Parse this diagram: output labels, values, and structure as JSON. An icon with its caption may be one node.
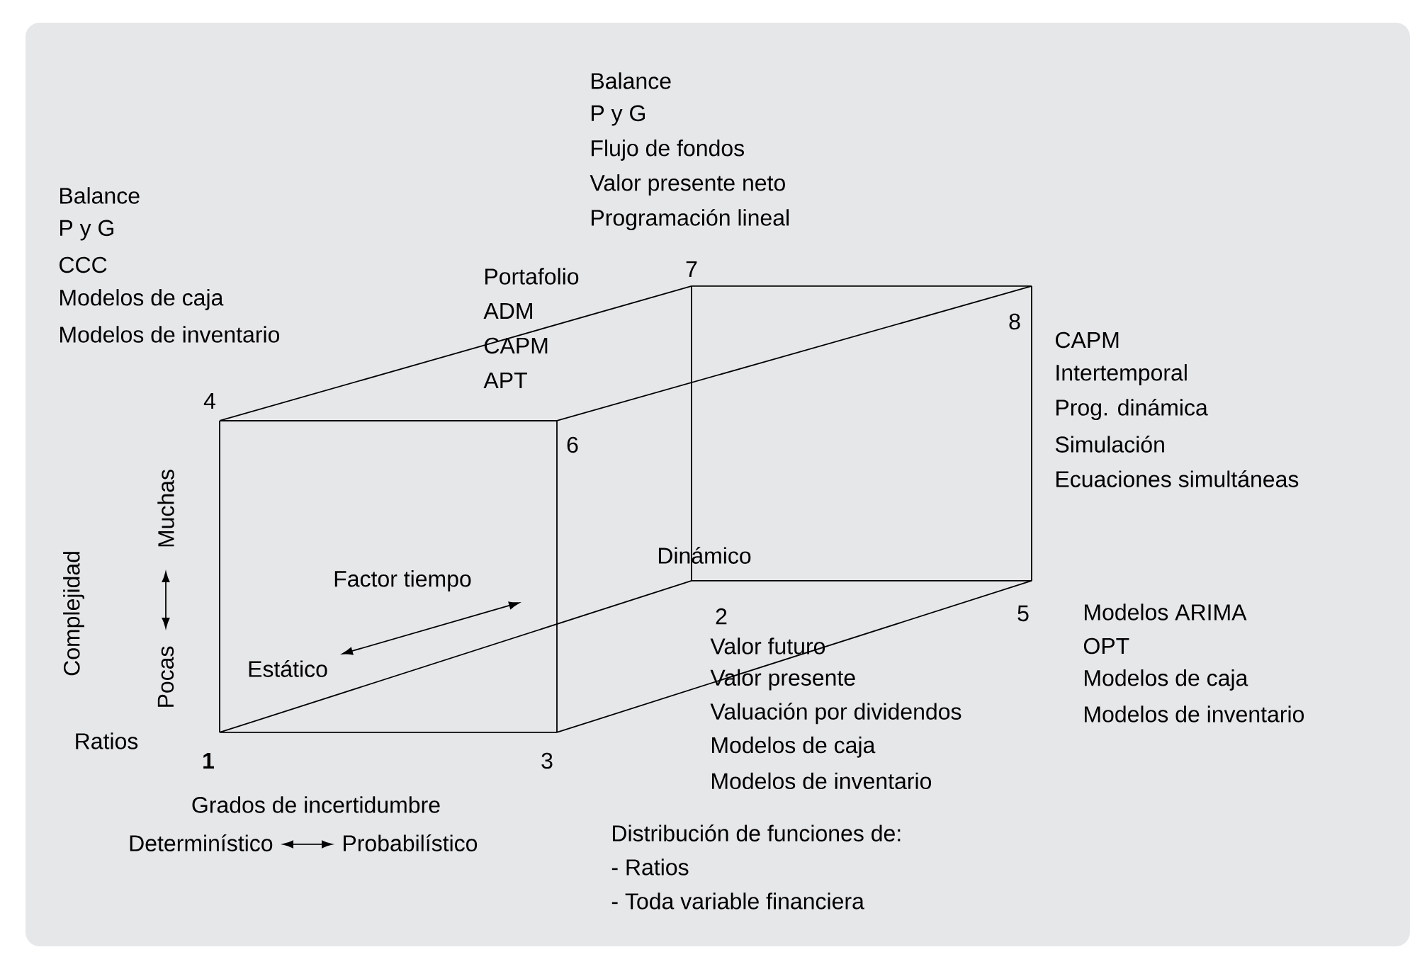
{
  "diagram": {
    "labels": [
      "Balance",
      "P y G",
      "Flujo de fondos",
      "Valor presente neto",
      "Programación lineal",
      "Balance",
      "P y G",
      "CCC",
      "Modelos de caja",
      "Modelos de inventario",
      "7",
      "Portafolio",
      "ADM",
      "CAPM",
      "APT",
      "4",
      "8",
      "CAPM",
      "Intertemporal",
      "Prog. dinámica",
      "Simulación",
      "Ecuaciones simultáneas",
      "6",
      "Complejidad",
      "Muchas",
      "Pocas",
      "Factor tiempo",
      "Dinámico",
      "Estático",
      "2",
      "5",
      "Valor futuro",
      "Valor presente",
      "Valuación por dividendos",
      "Modelos de caja",
      "Modelos de inventario",
      "Modelos ARIMA",
      "OPT",
      "Modelos de caja",
      "Modelos de inventario",
      "Ratios",
      "1",
      "3",
      "Grados de incertidumbre",
      "Determinístico",
      "Probabilístico",
      "Distribución de funciones de:",
      "- Ratios",
      "- Toda variable financiera"
    ]
  }
}
